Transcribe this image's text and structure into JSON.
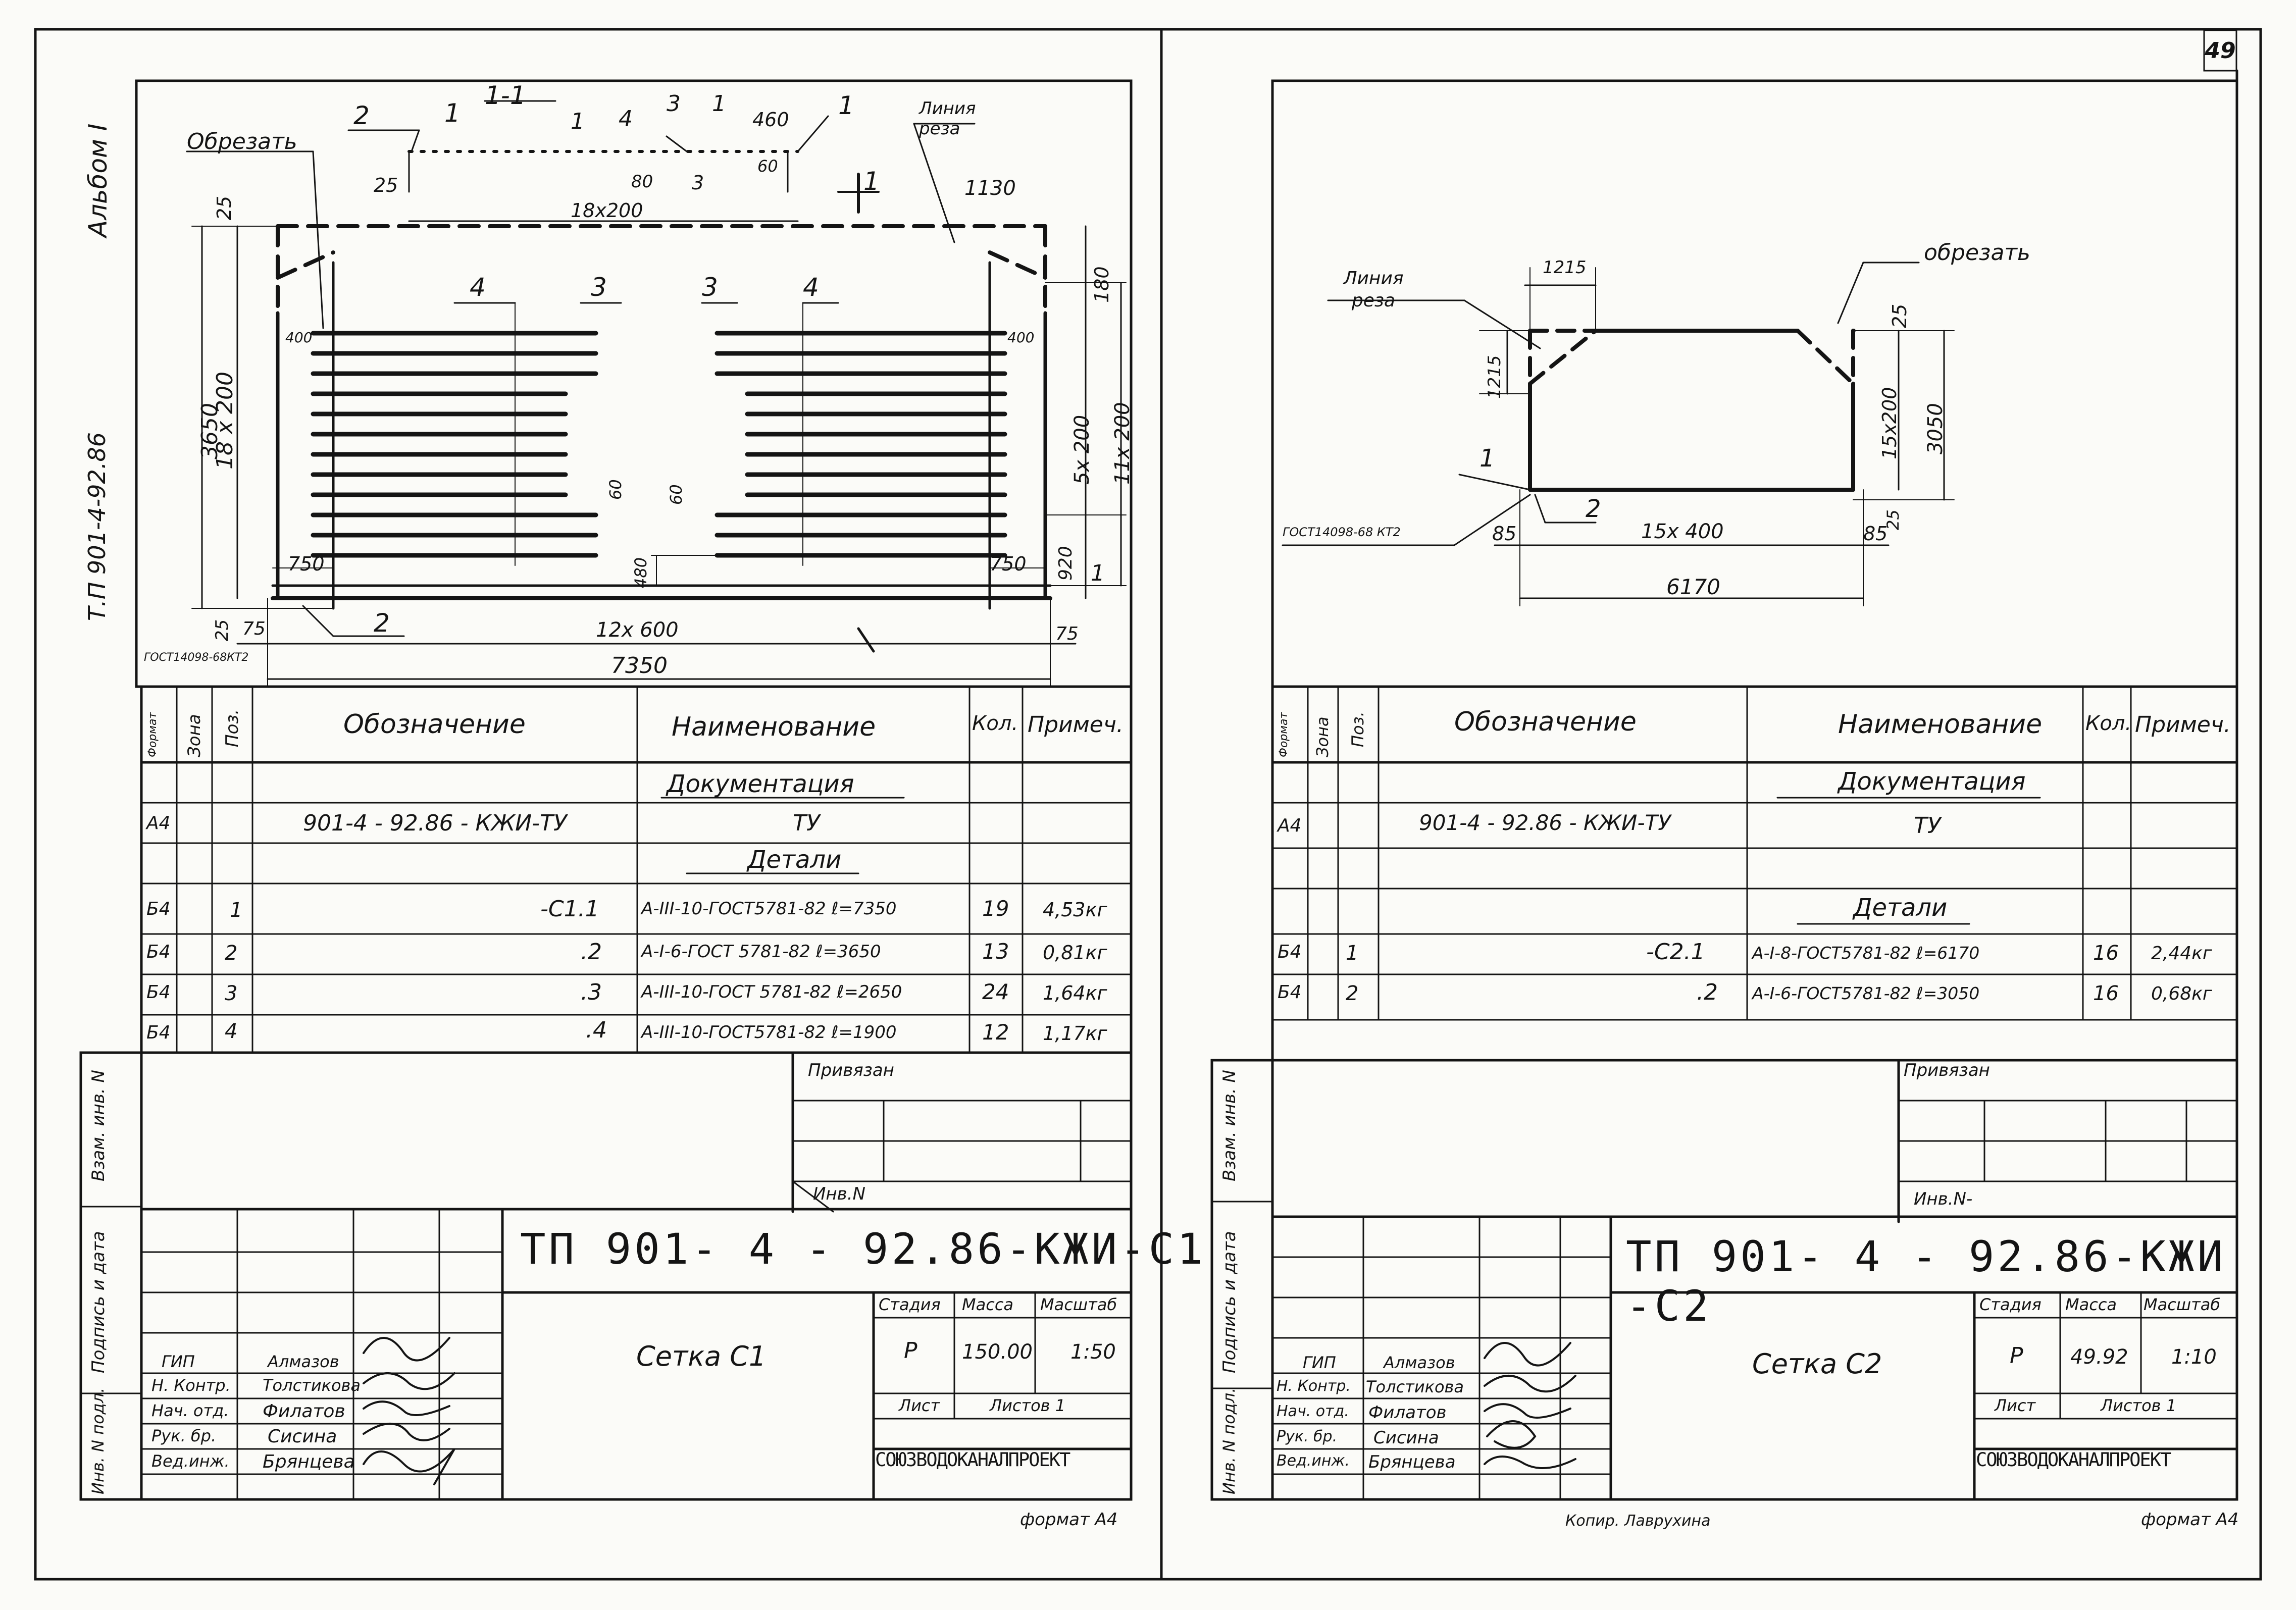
{
  "sheet_number": "49",
  "album": "Альбом I",
  "project_code_vertical": "Т.П 901-4-92.86",
  "copy_note": "Копир. Лаврухина",
  "format_note": "формат А4",
  "left_sheet": {
    "drawing": {
      "cut_note": "Обрезать",
      "cut_line_note": "Линия реза",
      "section_mark": "1-1",
      "section_1": "1",
      "gost_note": "ГОСТ14098-68КТ2",
      "dims": {
        "d25_top": "25",
        "d25_left": "25",
        "d18x200_top": "18х200",
        "d80": "80",
        "d460": "460",
        "d60": "60",
        "d1130": "1130",
        "d3650": "3650",
        "d18x200_v": "18 х 200",
        "d180": "180",
        "d400_l": "400",
        "d400_r": "400",
        "d5x200": "5х 200",
        "d11x200": "11х 200",
        "d60_a": "60",
        "d60_b": "60",
        "d480": "480",
        "d750_l": "750",
        "d750_r": "750",
        "d920": "920",
        "d25_b": "25",
        "d75_l": "75",
        "d12x600": "12х 600",
        "d75_r": "75",
        "d7350": "7350"
      },
      "callouts": {
        "c2_top": "2",
        "c1_top": "1",
        "c1_a": "1",
        "c4_a": "4",
        "c3_a": "3",
        "c1_b": "1",
        "c1_c": "1",
        "c3_small": "3",
        "c4_l": "4",
        "c3_l": "3",
        "c3_r": "3",
        "c4_r": "4",
        "c1_right": "1",
        "c2_bottom": "2"
      }
    },
    "spec": {
      "headers": {
        "format": "Формат",
        "zone": "Зона",
        "pos": "Поз.",
        "designation": "Обозначение",
        "name": "Наименование",
        "qty": "Кол.",
        "note": "Примеч."
      },
      "section_docs": "Документация",
      "section_parts": "Детали",
      "doc_row": {
        "format": "А4",
        "designation": "901-4 - 92.86 - КЖИ-ТУ",
        "name": "ТУ"
      },
      "rows": [
        {
          "format": "Б4",
          "pos": "1",
          "designation": "-С1.1",
          "name": "А-III-10-ГОСТ5781-82  ℓ=7350",
          "qty": "19",
          "note": "4,53кг"
        },
        {
          "format": "Б4",
          "pos": "2",
          "designation": ".2",
          "name": "А-I-6-ГОСТ 5781-82  ℓ=3650",
          "qty": "13",
          "note": "0,81кг"
        },
        {
          "format": "Б4",
          "pos": "3",
          "designation": ".3",
          "name": "А-III-10-ГОСТ 5781-82  ℓ=2650",
          "qty": "24",
          "note": "1,64кг"
        },
        {
          "format": "Б4",
          "pos": "4",
          "designation": ".4",
          "name": "А-III-10-ГОСТ5781-82  ℓ=1900",
          "qty": "12",
          "note": "1,17кг"
        }
      ]
    },
    "stamp": {
      "tied": "Привязан",
      "inv": "Инв.N",
      "side_labels": [
        "Взам. инв. N",
        "Подпись и дата",
        "Инв. N подл."
      ],
      "title": "ТП 901- 4  - 92.86-КЖИ-С1",
      "name": "Сетка С1",
      "stage_label": "Стадия",
      "mass_label": "Масса",
      "scale_label": "Масштаб",
      "stage": "Р",
      "mass": "150.00",
      "scale": "1:50",
      "sheet_label": "Лист",
      "sheets_label": "Листов 1",
      "org": "СОЮЗВОДОКАНАЛПРОЕКТ",
      "people": [
        {
          "role": "ГИП",
          "name": "Алмазов"
        },
        {
          "role": "Н. Контр.",
          "name": "Толстикова"
        },
        {
          "role": "Нач. отд.",
          "name": "Филатов"
        },
        {
          "role": "Рук. бр.",
          "name": "Сисина"
        },
        {
          "role": "Вед.инж.",
          "name": "Брянцева"
        }
      ]
    }
  },
  "right_sheet": {
    "drawing": {
      "cut_line_note": "Линия реза",
      "cut_note": "обрезать",
      "gost_note": "ГОСТ14098-68 КТ2",
      "dims": {
        "d1215_top": "1215",
        "d1215_side": "1215",
        "d25_top": "25",
        "d15x200": "15х200",
        "d3050": "3050",
        "d25_b": "25",
        "d85_l": "85",
        "d15x400": "15х 400",
        "d85_r": "85",
        "d6170": "6170"
      },
      "callouts": {
        "c1": "1",
        "c2": "2"
      }
    },
    "spec": {
      "headers": {
        "format": "Формат",
        "zone": "Зона",
        "pos": "Поз.",
        "designation": "Обозначение",
        "name": "Наименование",
        "qty": "Кол.",
        "note": "Примеч."
      },
      "section_docs": "Документация",
      "section_parts": "Детали",
      "doc_row": {
        "format": "А4",
        "designation": "901-4 - 92.86 - КЖИ-ТУ",
        "name": "ТУ"
      },
      "rows": [
        {
          "format": "Б4",
          "pos": "1",
          "designation": "-С2.1",
          "name": "А-I-8-ГОСТ5781-82  ℓ=6170",
          "qty": "16",
          "note": "2,44кг"
        },
        {
          "format": "Б4",
          "pos": "2",
          "designation": ".2",
          "name": "А-I-6-ГОСТ5781-82  ℓ=3050",
          "qty": "16",
          "note": "0,68кг"
        }
      ]
    },
    "stamp": {
      "tied": "Привязан",
      "inv": "Инв.N-",
      "side_labels": [
        "Взам. инв. N",
        "Подпись и дата",
        "Инв. N подл."
      ],
      "title": "ТП 901- 4 - 92.86-КЖИ -С2",
      "name": "Сетка С2",
      "stage_label": "Стадия",
      "mass_label": "Масса",
      "scale_label": "Масштаб",
      "stage": "Р",
      "mass": "49.92",
      "scale": "1:10",
      "sheet_label": "Лист",
      "sheets_label": "Листов 1",
      "org": "СОЮЗВОДОКАНАЛПРОЕКТ",
      "people": [
        {
          "role": "ГИП",
          "name": "Алмазов"
        },
        {
          "role": "Н. Контр.",
          "name": "Толстикова"
        },
        {
          "role": "Нач. отд.",
          "name": "Филатов"
        },
        {
          "role": "Рук. бр.",
          "name": "Сисина"
        },
        {
          "role": "Вед.инж.",
          "name": "Брянцева"
        }
      ]
    }
  }
}
